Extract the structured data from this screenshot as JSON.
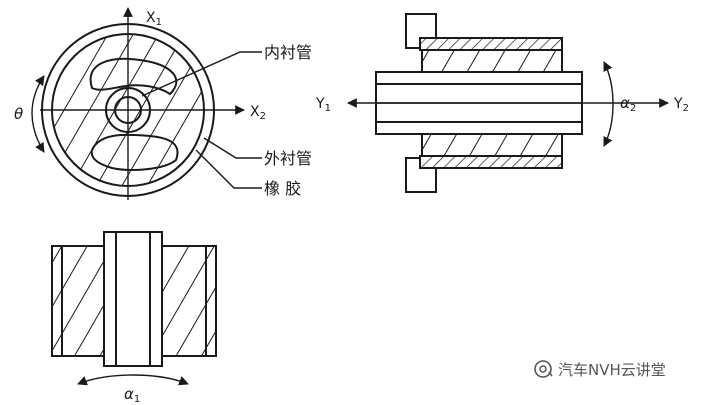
{
  "labels": {
    "inner_tube": "内衬管",
    "outer_tube": "外衬管",
    "rubber": "橡 胶",
    "x1": "X",
    "x1_sub": "1",
    "x2": "X",
    "x2_sub": "2",
    "y1": "Y",
    "y1_sub": "1",
    "y2": "Y",
    "y2_sub": "2",
    "theta": "θ",
    "alpha1": "α",
    "alpha1_sub": "1",
    "alpha2": "α",
    "alpha2_sub": "2"
  },
  "watermark": {
    "text": "汽车NVH云讲堂",
    "icon": "wechat-official-account-icon"
  },
  "colors": {
    "line": "#1a1a1a",
    "background": "#ffffff",
    "watermark": "#555555"
  }
}
